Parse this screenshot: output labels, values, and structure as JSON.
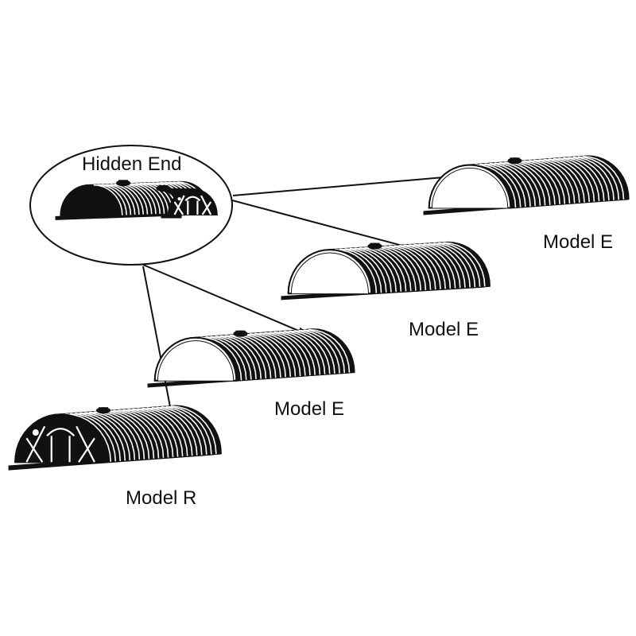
{
  "labels": {
    "hidden_end": "Hidden End",
    "model_e_1": "Model E",
    "model_e_2": "Model E",
    "model_e_3": "Model E",
    "model_r": "Model R"
  },
  "colors": {
    "ink": "#111111",
    "paper": "#ffffff"
  }
}
